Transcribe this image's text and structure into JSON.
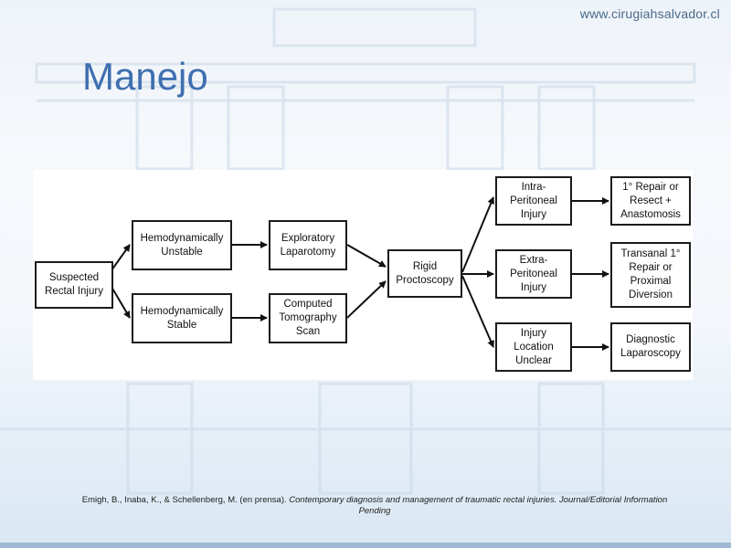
{
  "header": {
    "site_url": "www.cirugiahsalvador.cl",
    "title": "Manejo"
  },
  "diagram": {
    "nodes": {
      "suspected": "Suspected\nRectal Injury",
      "unstable": "Hemodynamically\nUnstable",
      "stable": "Hemodynamically\nStable",
      "laparotomy": "Exploratory\nLaparotomy",
      "ct": "Computed\nTomography\nScan",
      "proctoscopy": "Rigid\nProctoscopy",
      "intra": "Intra-\nPeritoneal\nInjury",
      "extra": "Extra-\nPeritoneal\nInjury",
      "unclear": "Injury\nLocation\nUnclear",
      "repair_resect": "1° Repair or\nResect +\nAnastomosis",
      "transanal": "Transanal 1°\nRepair or\nProximal\nDiversion",
      "diag_lap": "Diagnostic\nLaparoscopy"
    }
  },
  "citation": {
    "authors": "Emigh, B., Inaba, K., & Schellenberg, M. (en prensa). ",
    "title": "Contemporary diagnosis and management of traumatic rectal injuries. Journal/Editorial Information",
    "tail": "Pending"
  }
}
